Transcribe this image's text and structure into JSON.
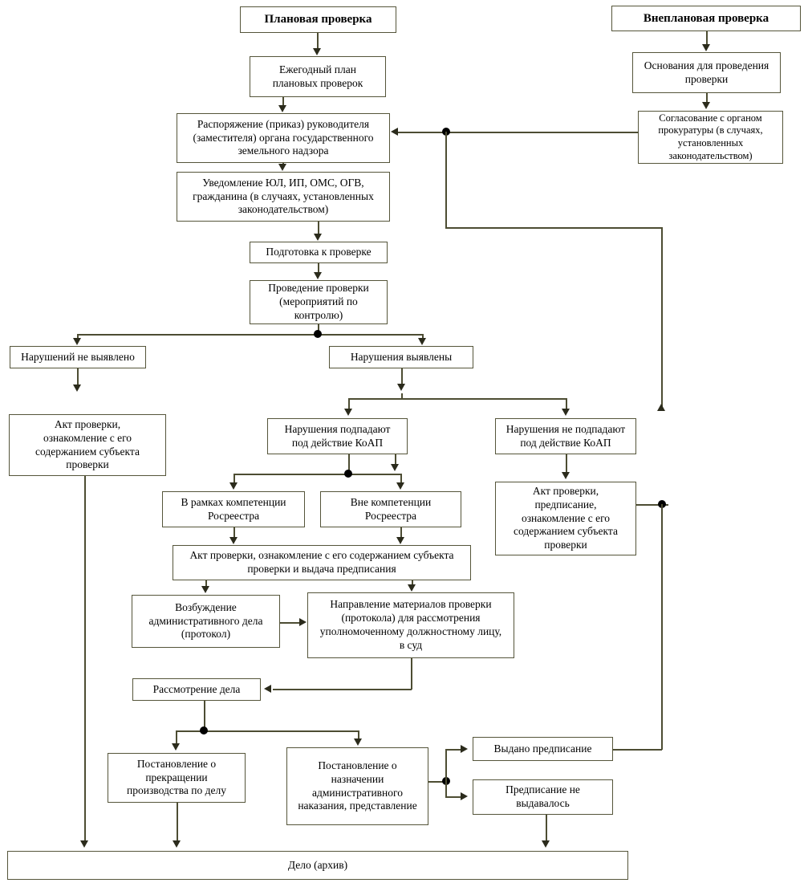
{
  "diagram": {
    "title_planned": "Плановая проверка",
    "title_unplanned": "Внеплановая проверка",
    "archive_label": "Дело (архив)",
    "accent_border": "#55553a",
    "line_color": "#4d4d33",
    "arrow_color": "#2b2b1c",
    "background": "#ffffff"
  },
  "nodes": [
    {
      "id": "planned",
      "label": "Плановая проверка"
    },
    {
      "id": "unplanned",
      "label": "Внеплановая проверка"
    },
    {
      "id": "annual_plan",
      "label": "Ежегодный план\nплановых проверок"
    },
    {
      "id": "grounds",
      "label": "Основания для проведения\nпроверки"
    },
    {
      "id": "order",
      "label": "Распоряжение (приказ) руководителя\n(заместителя) органа государственного\nземельного надзора"
    },
    {
      "id": "prosecutor",
      "label": "Согласование с органом\nпрокуратуры (в случаях,\nустановленных\nзаконодательством)"
    },
    {
      "id": "notification",
      "label": "Уведомление ЮЛ, ИП, ОМС, ОГВ,\nгражданина (в случаях, установленных\nзаконодательством)"
    },
    {
      "id": "preparation",
      "label": "Подготовка к проверке"
    },
    {
      "id": "conduct",
      "label": "Проведение проверки\n(мероприятий по\nконтролю)"
    },
    {
      "id": "no_violations",
      "label": "Нарушений не выявлено"
    },
    {
      "id": "violations_found",
      "label": "Нарушения выявлены"
    },
    {
      "id": "act_left",
      "label": "Акт проверки,\nознакомление с его\nсодержанием субъекта\nпроверки"
    },
    {
      "id": "koap_yes",
      "label": "Нарушения подпадают\nпод действие КоАП"
    },
    {
      "id": "koap_no",
      "label": "Нарушения не подпадают\nпод действие КоАП"
    },
    {
      "id": "within_comp",
      "label": "В рамках компетенции\nРосреестра"
    },
    {
      "id": "outside_comp",
      "label": "Вне  компетенции\nРосреестра"
    },
    {
      "id": "act_right",
      "label": "Акт проверки,\nпредписание,\nознакомление с его\nсодержанием субъекта\nпроверки"
    },
    {
      "id": "act_prescription",
      "label": "Акт проверки, ознакомление с его содержанием субъекта\nпроверки и выдача предписания"
    },
    {
      "id": "admin_case",
      "label": "Возбуждение\nадминистративного дела\n(протокол)"
    },
    {
      "id": "send_materials",
      "label": "Направление материалов проверки\n(протокола) для рассмотрения\nуполномоченному должностному лицу,\nв суд"
    },
    {
      "id": "case_review",
      "label": "Рассмотрение дела"
    },
    {
      "id": "terminate",
      "label": "Постановление о\nпрекращении\nпроизводства по делу"
    },
    {
      "id": "penalty",
      "label": "Постановление о\nназначении\nадминистративного\nнаказания, представление"
    },
    {
      "id": "prescription_issued",
      "label": "Выдано предписание"
    },
    {
      "id": "prescription_none",
      "label": "Предписание не\nвыдавалось"
    },
    {
      "id": "archive",
      "label": "Дело (архив)"
    }
  ]
}
